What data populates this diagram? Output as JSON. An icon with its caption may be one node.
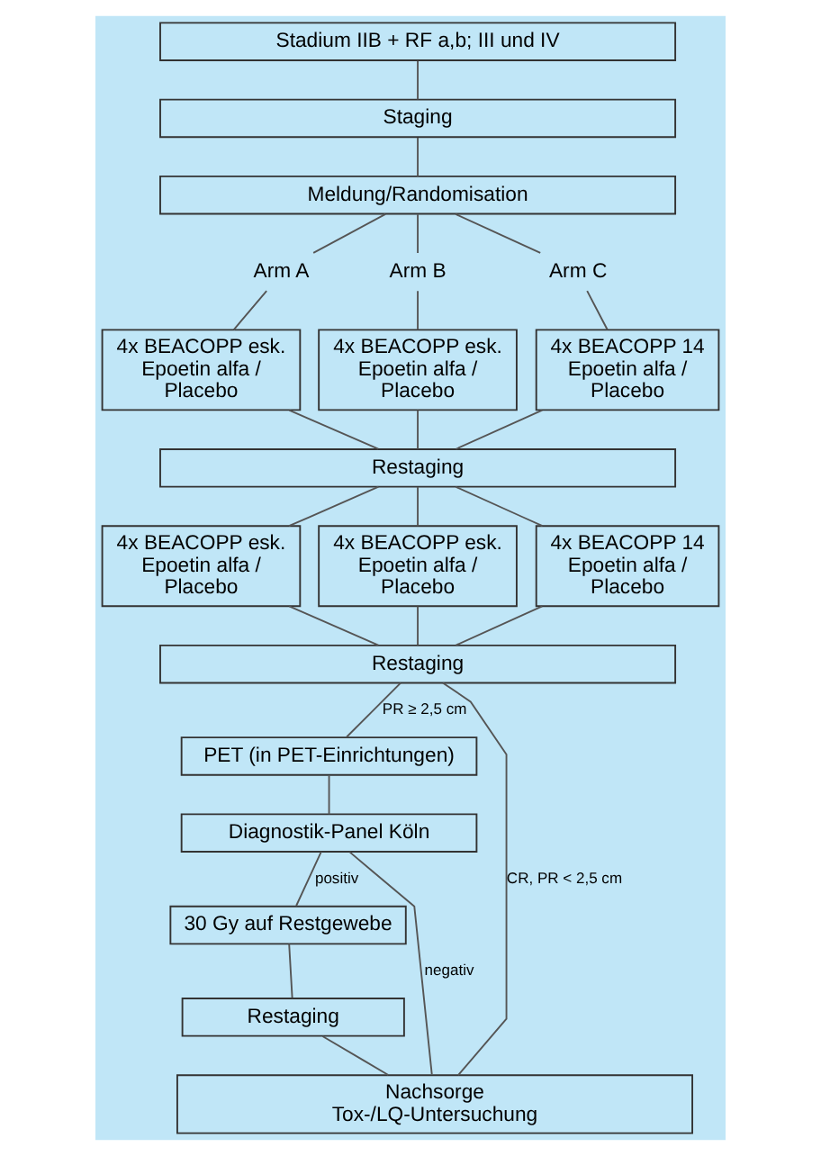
{
  "diagram": {
    "nodes": [
      {
        "text": [
          "Stadium IIB + RF a,b; III und IV"
        ]
      },
      {
        "text": [
          "Staging"
        ]
      },
      {
        "text": [
          "Meldung/Randomisation"
        ]
      },
      {
        "text": [
          "Arm A"
        ]
      },
      {
        "text": [
          "Arm B"
        ]
      },
      {
        "text": [
          "Arm C"
        ]
      },
      {
        "text": [
          "4x BEACOPP esk. Epoetin alfa / Placebo"
        ]
      },
      {
        "text": [
          "4x BEACOPP esk. Epoetin alfa / Placebo"
        ]
      },
      {
        "text": [
          "4x BEACOPP 14 Epoetin alfa / Placebo"
        ]
      },
      {
        "text": [
          "Restaging"
        ]
      },
      {
        "text": [
          "4x BEACOPP esk. Epoetin alfa / Placebo"
        ]
      },
      {
        "text": [
          "4x BEACOPP esk. Epoetin alfa / Placebo"
        ]
      },
      {
        "text": [
          "4x BEACOPP 14 Epoetin alfa / Placebo"
        ]
      },
      {
        "text": [
          "Restaging"
        ]
      },
      {
        "text": [
          "PET (in PET-Einrichtungen)"
        ]
      },
      {
        "text": [
          "Diagnostik-Panel Köln"
        ]
      },
      {
        "text": [
          "30 Gy auf Restgewebe"
        ]
      },
      {
        "text": [
          "Restaging"
        ]
      },
      {
        "text": [
          "Nachsorge",
          "Tox-/LQ-Untersuchung"
        ]
      }
    ],
    "edges": [
      {
        "from": 0,
        "to": 1,
        "arrow": "none"
      },
      {
        "from": 1,
        "to": 2,
        "arrow": "none"
      },
      {
        "from": 2,
        "to": 3,
        "arrow": "none"
      },
      {
        "from": 2,
        "to": 4,
        "arrow": "none"
      },
      {
        "from": 2,
        "to": 5,
        "arrow": "none"
      },
      {
        "from": 3,
        "to": 6,
        "arrow": "none"
      },
      {
        "from": 4,
        "to": 7,
        "arrow": "none"
      },
      {
        "from": 5,
        "to": 8,
        "arrow": "none"
      },
      {
        "from": 6,
        "to": 9,
        "arrow": "none"
      },
      {
        "from": 7,
        "to": 9,
        "arrow": "none"
      },
      {
        "from": 8,
        "to": 9,
        "arrow": "none"
      },
      {
        "from": 9,
        "to": 10,
        "arrow": "none"
      },
      {
        "from": 9,
        "to": 11,
        "arrow": "none"
      },
      {
        "from": 9,
        "to": 12,
        "arrow": "none"
      },
      {
        "from": 10,
        "to": 13,
        "arrow": "none"
      },
      {
        "from": 11,
        "to": 13,
        "arrow": "none"
      },
      {
        "from": 12,
        "to": 13,
        "arrow": "none"
      },
      {
        "from": 13,
        "to": 18,
        "arrow": "none",
        "label": "CR, PR < 2,5 cm"
      },
      {
        "from": 13,
        "to": 14,
        "arrow": "none",
        "label": "PR ≥ 2,5 cm"
      },
      {
        "from": 14,
        "to": 15,
        "arrow": "none"
      },
      {
        "from": 15,
        "to": 18,
        "arrow": "none",
        "label": "negativ"
      },
      {
        "from": 15,
        "to": 16,
        "arrow": "none",
        "label": "positiv"
      },
      {
        "from": 16,
        "to": 17,
        "arrow": "none"
      },
      {
        "from": 17,
        "to": 18,
        "arrow": "none"
      }
    ]
  }
}
